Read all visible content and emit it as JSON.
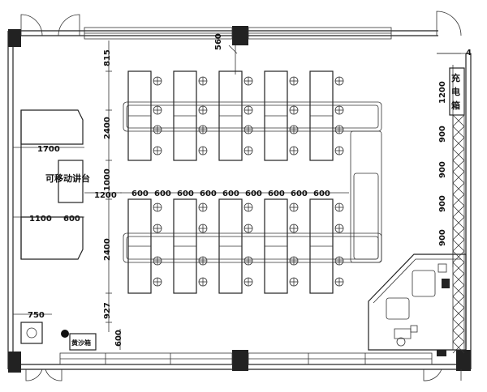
{
  "labels": {
    "lectern": "可移动讲台",
    "charging_cabinet": [
      "充",
      "电",
      "箱"
    ],
    "sand_box": "黄沙箱"
  },
  "dimensions": {
    "top_gap": "815",
    "desk_depth_top": "2400",
    "aisle": "1000",
    "desk_depth_bottom": "2400",
    "bottom_gap": "927",
    "door_offset": "560",
    "lectern_width": "1700",
    "lectern_offset": "1200",
    "lectern_left": "1100",
    "lectern_depth": "600",
    "corner_left": "750",
    "corner_bottom": "600",
    "wall_right": "4",
    "cabinet_height": "1200",
    "seat_width": "600",
    "right_column": [
      "900",
      "900",
      "900",
      "900"
    ]
  }
}
